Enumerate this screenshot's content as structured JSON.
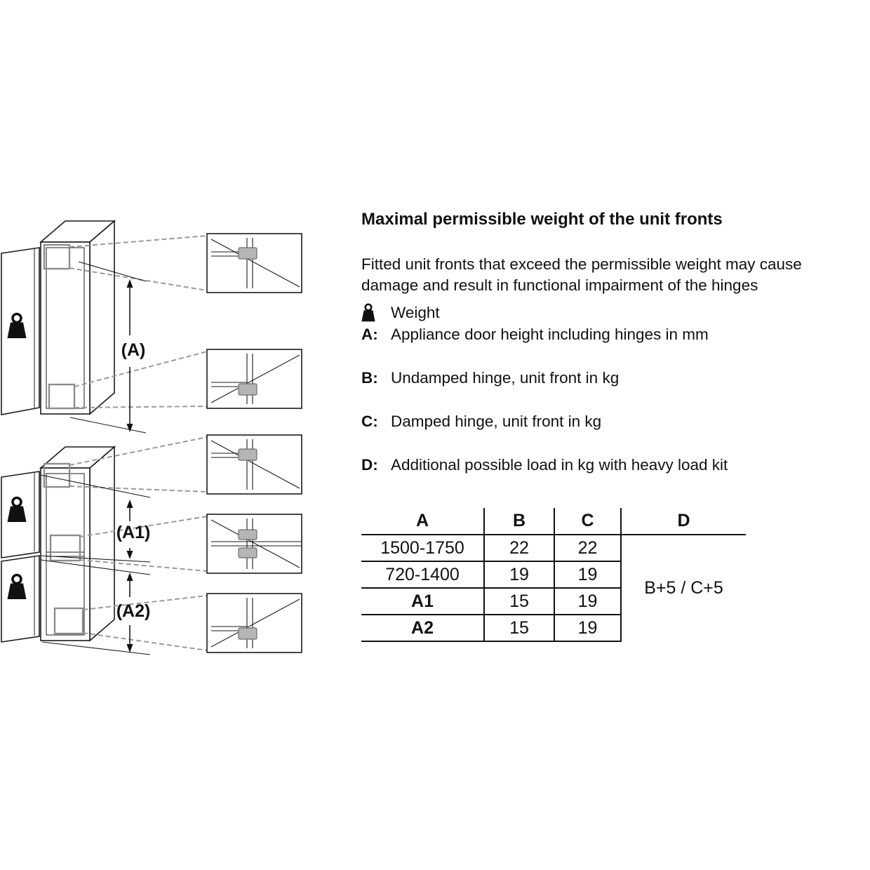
{
  "page": {
    "heading": "Maximal permissible weight of the unit fronts",
    "intro": "Fitted unit fronts that exceed the permissible weight may cause damage and result in functional impairment of the hinges"
  },
  "legend": {
    "weight_label": "Weight",
    "items": [
      {
        "key": "A:",
        "text": "Appliance door height including hinges in mm"
      },
      {
        "key": "B:",
        "text": "Undamped hinge, unit front in kg"
      },
      {
        "key": "C:",
        "text": "Damped hinge, unit front in kg"
      },
      {
        "key": "D:",
        "text": "Additional possible load in kg with heavy load kit"
      }
    ]
  },
  "diagram": {
    "labels": {
      "a": "(A)",
      "a1": "(A1)",
      "a2": "(A2)"
    }
  },
  "chart_data": {
    "type": "table",
    "headers": [
      "A",
      "B",
      "C",
      "D"
    ],
    "rows": [
      [
        "1500-1750",
        "22",
        "22"
      ],
      [
        "720-1400",
        "19",
        "19"
      ],
      [
        "A1",
        "15",
        "19"
      ],
      [
        "A2",
        "15",
        "19"
      ]
    ],
    "d_merged_value": "B+5 / C+5"
  }
}
